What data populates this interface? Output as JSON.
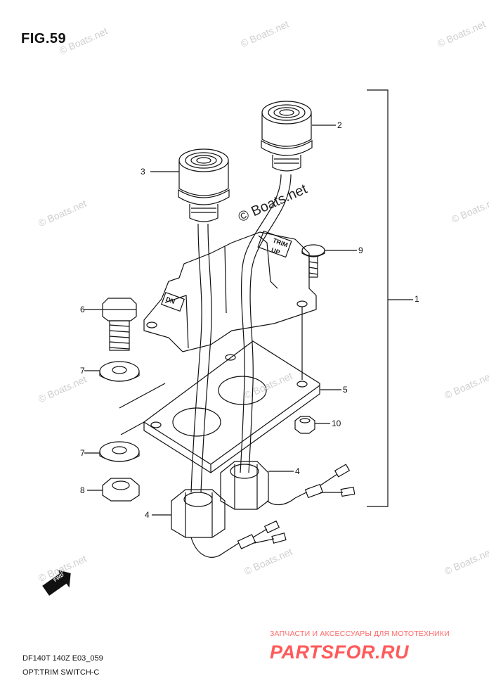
{
  "figure": {
    "title": "FIG.59",
    "model_line": "DF140T 140Z E03_059",
    "caption": "OPT:TRIM SWITCH-C"
  },
  "watermark": {
    "text": "© Boats.net"
  },
  "shop": {
    "tagline": "ЗАПЧАСТИ И АКСЕССУАРЫ ДЛЯ МОТОТЕХНИКИ",
    "logo": "PARTSFOR.RU"
  },
  "switch_labels": {
    "up_1": "TRIM",
    "up_2": "UP",
    "dn": "DN"
  },
  "fwd_arrow_label": "FWD",
  "callouts": [
    "1",
    "2",
    "3",
    "4",
    "4",
    "5",
    "6",
    "7",
    "7",
    "8",
    "9",
    "10"
  ],
  "colors": {
    "line": "#111111",
    "watermark": "#cfcfcf",
    "shop_red": "#ff5a5a"
  }
}
